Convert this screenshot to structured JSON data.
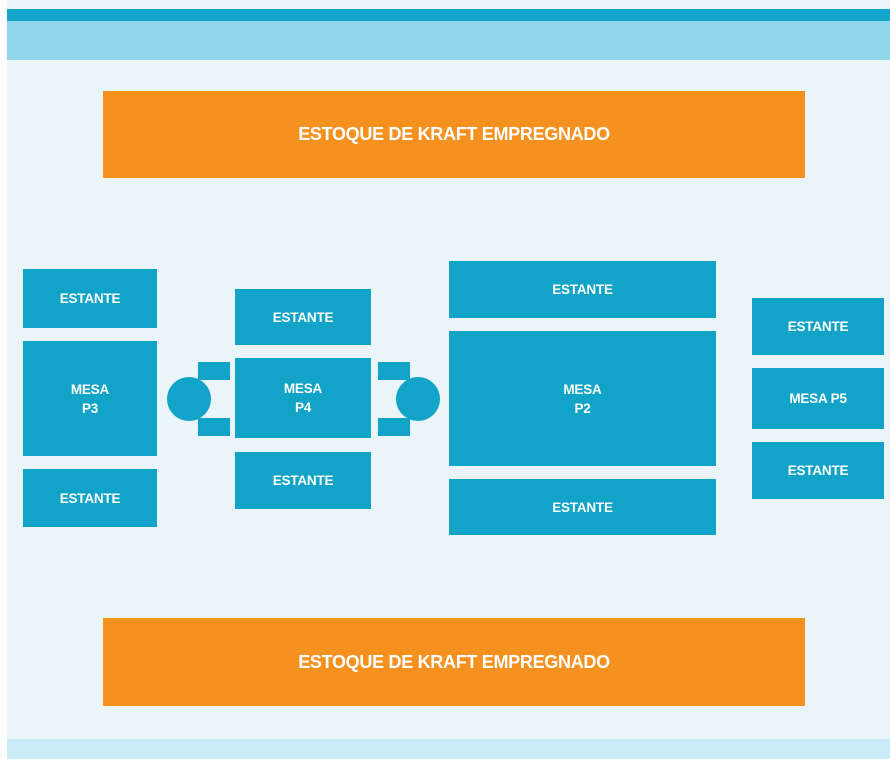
{
  "diagram": {
    "stock_top": "ESTOQUE DE KRAFT EMPREGNADO",
    "stock_bottom": "ESTOQUE DE KRAFT EMPREGNADO",
    "p3": {
      "shelf_top": "ESTANTE",
      "table_line1": "MESA",
      "table_line2": "P3",
      "shelf_bottom": "ESTANTE"
    },
    "p4": {
      "shelf_top": "ESTANTE",
      "table_line1": "MESA",
      "table_line2": "P4",
      "shelf_bottom": "ESTANTE"
    },
    "p2": {
      "shelf_top": "ESTANTE",
      "table_line1": "MESA",
      "table_line2": "P2",
      "shelf_bottom": "ESTANTE"
    },
    "p5": {
      "shelf_top": "ESTANTE",
      "table_label": "MESA P5",
      "shelf_bottom": "ESTANTE"
    }
  },
  "colors": {
    "background": "#eaf5f9",
    "header_line": "#17a6cb",
    "header_band": "#8fd6ea",
    "footer_band": "#c9ecf6",
    "stock": "#f5911f",
    "equipment": "#11a3c8",
    "text": "#ffffff"
  }
}
